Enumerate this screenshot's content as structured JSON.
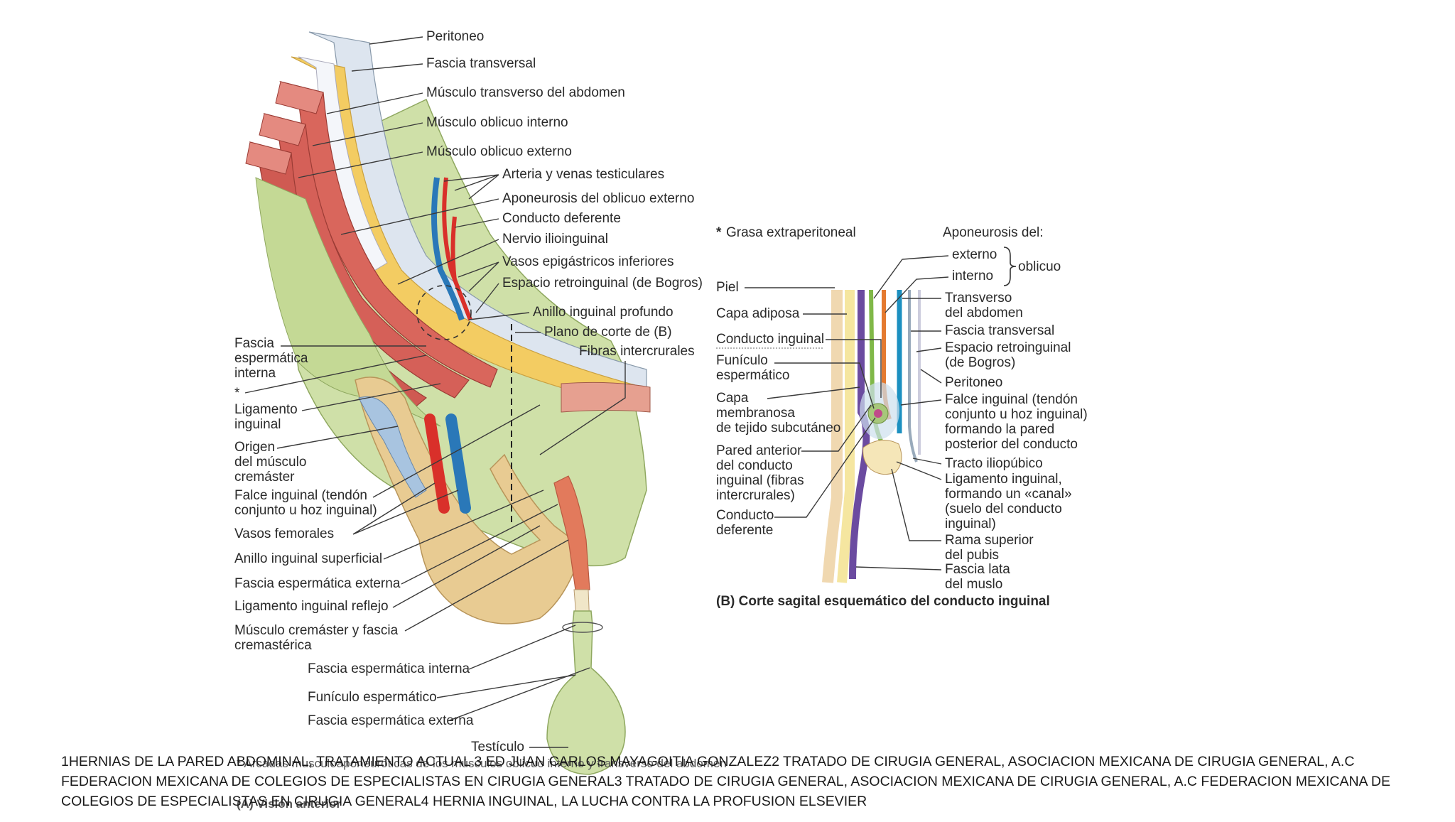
{
  "figure_a": {
    "labels_right": [
      "Peritoneo",
      "Fascia transversal",
      "Músculo transverso del abdomen",
      "Músculo oblicuo interno",
      "Músculo oblicuo externo",
      "Arteria y venas testiculares",
      "Aponeurosis del oblicuo externo",
      "Conducto deferente",
      "Nervio ilioinguinal",
      "Vasos epigástricos inferiores",
      "Espacio retroinguinal (de Bogros)",
      "Anillo inguinal profundo",
      "Fibras intercrurales"
    ],
    "plane_label_prefix": "Plano de corte de ",
    "plane_label_bold": "(B)",
    "labels_left": {
      "fascia_interna": [
        "Fascia",
        "espermática",
        "interna"
      ],
      "asterisk": "*",
      "ligamento": [
        "Ligamento",
        "inguinal"
      ],
      "origen": [
        "Origen",
        "del músculo",
        "cremáster"
      ],
      "falce": [
        "Falce inguinal (tendón",
        "conjunto u hoz inguinal)"
      ],
      "vasos": "Vasos femorales",
      "anillo": "Anillo inguinal superficial",
      "fascia_externa": "Fascia espermática externa",
      "reflejo": "Ligamento inguinal reflejo",
      "cremaster": [
        "Músculo cremáster y fascia",
        "cremastérica"
      ]
    },
    "labels_bottom": [
      "Fascia espermática interna",
      "Funículo espermático",
      "Fascia espermática externa",
      "Testículo"
    ],
    "footnote": "* Arcadas musculoaponeuróticas de los músculos oblicuo interno y transverso del abdomen",
    "footnote_a_label": "(A) Visión anterior"
  },
  "figure_b": {
    "asterisk_note": "Grasa extraperitoneal",
    "asterisk": "*",
    "aponeurosis_header": "Aponeurosis del:",
    "externo": "externo",
    "interno": "interno",
    "oblicuo": "oblicuo",
    "left_labels": {
      "piel": "Piel",
      "capa_adiposa": "Capa adiposa",
      "conducto_inguinal": "Conducto inguinal",
      "funiculo": [
        "Funículo",
        "espermático"
      ],
      "capa_membranosa": [
        "Capa",
        "membranosa",
        "de tejido subcutáneo"
      ],
      "pared_anterior": [
        "Pared anterior",
        "del conducto",
        "inguinal (fibras",
        "intercrurales)"
      ],
      "conducto_deferente": [
        "Conducto",
        "deferente"
      ]
    },
    "right_labels": {
      "transverso": [
        "Transverso",
        "del abdomen"
      ],
      "fascia_transversal": "Fascia transversal",
      "espacio": [
        "Espacio retroinguinal",
        "(de Bogros)"
      ],
      "peritoneo": "Peritoneo",
      "falce": [
        "Falce inguinal (tendón",
        "conjunto u hoz inguinal)",
        "formando la pared",
        "posterior del conducto"
      ],
      "tracto": "Tracto iliopúbico",
      "ligamento": [
        "Ligamento inguinal,",
        "formando un «canal»",
        "(suelo del conducto",
        "inguinal)"
      ],
      "rama": [
        "Rama superior",
        "del pubis"
      ],
      "fascia_lata": [
        "Fascia lata",
        "del muslo"
      ]
    },
    "caption": "(B) Corte sagital esquemático del conducto inguinal"
  },
  "references": "1HERNIAS DE LA PARED ABDOMINAL, TRATAMIENTO ACTUAL 3 ED JUAN CARLOS MAYAGOITIA GONZALEZ2 TRATADO DE CIRUGIA GENERAL, ASOCIACION MEXICANA DE CIRUGIA GENERAL, A.C FEDERACION MEXICANA DE COLEGIOS DE ESPECIALISTAS EN CIRUGIA GENERAL3 TRATADO DE CIRUGIA GENERAL, ASOCIACION MEXICANA DE CIRUGIA GENERAL, A.C FEDERACION MEXICANA DE COLEGIOS DE ESPECIALISTAS EN CIRUGIA GENERAL4 HERNIA INGUINAL, LA LUCHA CONTRA LA PROFUSION ELSEVIER",
  "colors": {
    "muscle": "#d9645c",
    "muscle_dark": "#b8433c",
    "fat_yellow": "#f2c75a",
    "fascia_pale": "#e9eef4",
    "aponeurosis_green": "#c9dca0",
    "bone": "#e6c990",
    "artery": "#d9302a",
    "vein": "#2a78b8",
    "nerve": "#f0a020",
    "purple": "#6b4ba0"
  }
}
